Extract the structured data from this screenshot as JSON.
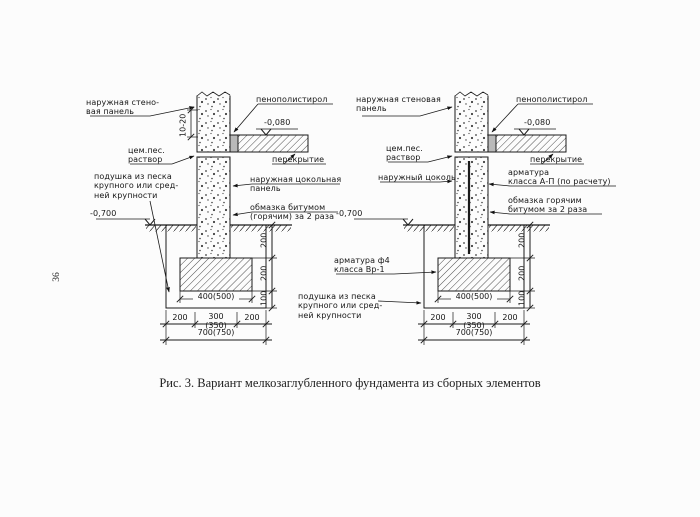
{
  "page": {
    "number": "36",
    "caption": "Рис. 3. Вариант мелкозаглубленного фундамента из сборных элементов"
  },
  "left": {
    "wall_panel": "наружная стено-\nвая панель",
    "polystyrene": "пенополистирол",
    "level_top": "-0,080",
    "floor_slab": "перекрытие",
    "mortar": "цем.пес.\nраствор",
    "cushion": "подушка из песка\nкрупного или сред-\nней крупности",
    "level_ground": "-0,700",
    "socle": "наружная цокольная\nпанель",
    "bitumen": "обмазка битумом\n(горячим) за 2 раза",
    "dim_gap": "10-20",
    "dim_block": "400(500)",
    "dim_v_top": "200",
    "dim_v_mid": "200",
    "dim_v_bot": "100",
    "dim_b_left": "200",
    "dim_b_mid": "300\n(350)",
    "dim_b_right": "200",
    "dim_total": "700(750)"
  },
  "right": {
    "wall_panel": "наружная стеновая\nпанель",
    "polystyrene": "пенополистирол",
    "level_top": "-0,080",
    "floor_slab": "перекрытие",
    "mortar": "цем.пес.\nраствор",
    "socle": "наружный цоколь",
    "rebar_socle": "арматура\nкласса А-П (по расчету)",
    "bitumen": "обмазка горячим\nбитумом за 2 раза",
    "level_ground": "-0,700",
    "rebar_footing": "арматура ф4\nкласса Вр-1",
    "cushion": "подушка из песка\nкрупного или сред-\nней крупности",
    "dim_block": "400(500)",
    "dim_v_top": "200",
    "dim_v_mid": "200",
    "dim_v_bot": "100",
    "dim_b_left": "200",
    "dim_b_mid": "300\n(350)",
    "dim_b_right": "200",
    "dim_total": "700(750)"
  }
}
